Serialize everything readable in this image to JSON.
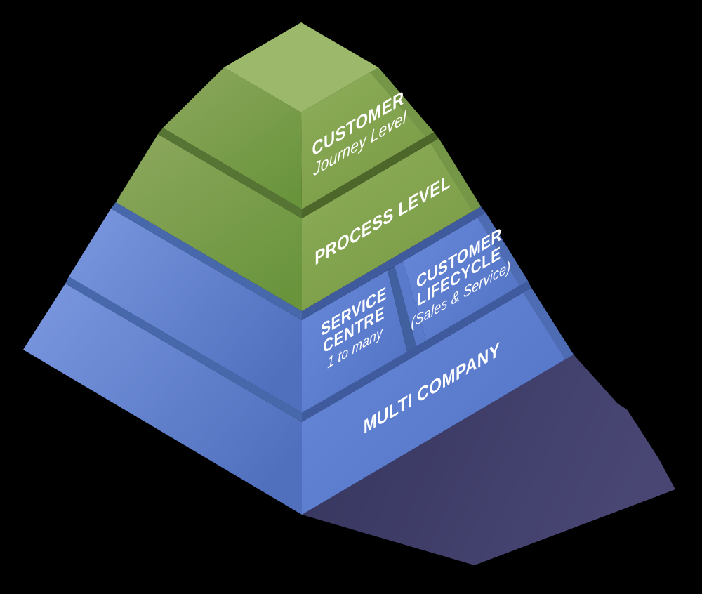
{
  "diagram": {
    "type": "isometric-pyramid",
    "layers": [
      {
        "id": "customer-journey-level",
        "lines": [
          "CUSTOMER",
          "Journey Level"
        ]
      },
      {
        "id": "process-level",
        "lines": [
          "PROCESS LEVEL"
        ]
      },
      {
        "id": "service-centre",
        "lines": [
          "SERVICE",
          "CENTRE",
          "1 to many"
        ]
      },
      {
        "id": "customer-lifecycle",
        "lines": [
          "CUSTOMER",
          "LIFECYCLE",
          "(Sales & Service)"
        ]
      },
      {
        "id": "multi-company",
        "lines": [
          "MULTI COMPANY"
        ]
      }
    ],
    "colors": {
      "background": "#000000",
      "text": "#FFFFFF",
      "green_top": "#9CB96B",
      "green_left_light": "#8CA75C",
      "green_left_dark": "#69943C",
      "green_right_light": "#8EAE5B",
      "green_right_dark": "#7A9B45",
      "green_groove_right": "#4D672B",
      "green_groove_left": "#567434",
      "green_corner": "#749646",
      "blue_left_light": "#7B98E0",
      "blue_left_dark": "#5070BE",
      "blue_right_light": "#6889DA",
      "blue_right_dark": "#5373C4",
      "blue_groove_right": "#3F5B9E",
      "blue_groove_left": "#4868AC",
      "blue_block_facet": "#5979CB",
      "blue_corner": "#4E6CB4",
      "shadow_near": "#35355D",
      "shadow_far": "#494674"
    }
  }
}
